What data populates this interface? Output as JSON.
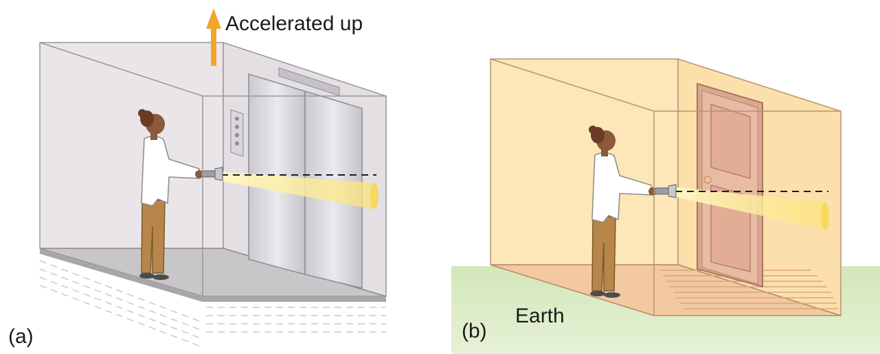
{
  "panel_a": {
    "label": "(a)",
    "arrow_text": "Accelerated up"
  },
  "panel_b": {
    "label": "(b)",
    "ground_text": "Earth"
  },
  "colors": {
    "elevator_wall": "#e7e3e6",
    "elevator_door": "#d3d4d8",
    "room_wall": "#fde6b8",
    "room_floor": "#f3c9a2",
    "ground": "#d5e8bd",
    "arrow": "#f2a52c",
    "beam": "#fdeb8e",
    "skin": "#8a5a3b",
    "pants": "#b8864a",
    "coat": "#ffffff"
  },
  "icons": [
    "up-arrow-icon",
    "flashlight-icon"
  ]
}
